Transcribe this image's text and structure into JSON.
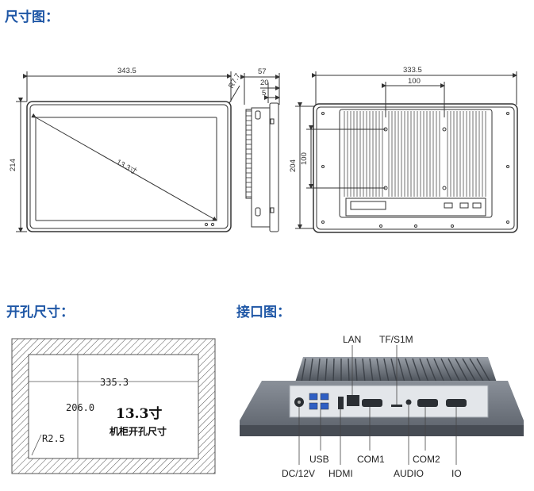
{
  "sections": {
    "dimensions_title": "尺寸图：",
    "cutout_title": "开孔尺寸：",
    "ports_title": "接口图："
  },
  "front_view": {
    "width_label": "343.5",
    "height_label": "214",
    "radius_label": "R7.7",
    "diagonal_label": "13.3寸"
  },
  "side_view": {
    "depth_label": "57",
    "dim_20": "20",
    "dim_5": "5"
  },
  "back_view": {
    "width_label": "333.5",
    "vesa_h_label": "100",
    "height_label": "204",
    "vesa_v_label": "100"
  },
  "cutout": {
    "width_label": "335.3",
    "height_label": "206.0",
    "radius_label": "R2.5",
    "size_title": "13.3寸",
    "subtitle": "机柜开孔尺寸"
  },
  "ports": {
    "lan": "LAN",
    "tf_sim": "TF/S1M",
    "usb": "USB",
    "com1": "COM1",
    "com2": "COM2",
    "dc": "DC/12V",
    "hdmi": "HDMI",
    "audio": "AUDIO",
    "io": "IO"
  },
  "colors": {
    "heading": "#1f57a6",
    "line": "#333333",
    "chassis": "#6f7680",
    "panel": "#d9dde2",
    "hatch": "#555555"
  }
}
